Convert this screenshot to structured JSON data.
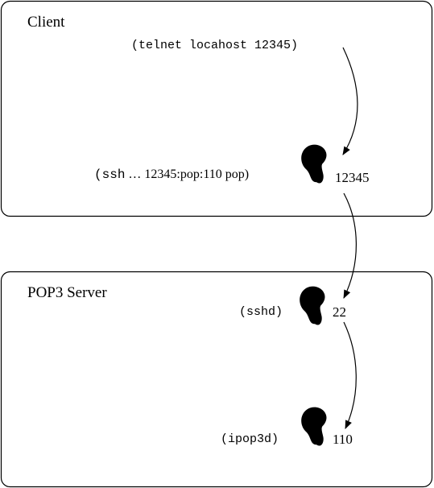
{
  "client": {
    "title": "Client",
    "telnet_command": "telnet locahost 12345",
    "ssh_command_mono": "ssh",
    "ssh_command_rest": " … 12345:pop:110 pop",
    "port": "12345"
  },
  "server": {
    "title": "POP3 Server",
    "sshd_label": "sshd",
    "sshd_port": "22",
    "ipop3d_label": "ipop3d",
    "ipop3d_port": "110"
  },
  "icons": {
    "listener": "ear-icon"
  }
}
